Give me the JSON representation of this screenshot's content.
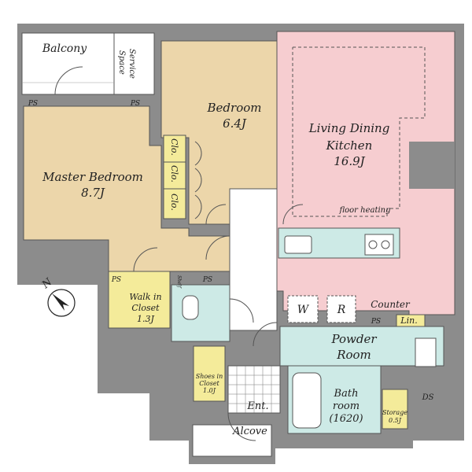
{
  "rooms": {
    "balcony": "Balcony",
    "service_space_1": "Service",
    "service_space_2": "Space",
    "bedroom": "Bedroom",
    "bedroom_size": "6.4J",
    "master_bedroom": "Master Bedroom",
    "master_bedroom_size": "8.7J",
    "ldk_1": "Living Dining",
    "ldk_2": "Kitchen",
    "ldk_size": "16.9J",
    "floor_heating": "floor heating",
    "walk_in_closet_1": "Walk in",
    "walk_in_closet_2": "Closet",
    "walk_in_closet_size": "1.3J",
    "powder_room_1": "Powder",
    "powder_room_2": "Room",
    "bathroom_1": "Bath",
    "bathroom_2": "room",
    "bathroom_size": "(1620)",
    "shoes_closet_1": "Shoes in",
    "shoes_closet_2": "Closet",
    "shoes_closet_size": "1.0J",
    "storage": "Storage",
    "storage_size": "0.5J",
    "entrance": "Ent.",
    "alcove": "Alcove",
    "counter": "Counter",
    "linen": "Lin.",
    "washer": "W",
    "refrigerator": "R",
    "ds": "DS",
    "ps_1": "PS",
    "ps_2": "PS",
    "ps_3": "PS",
    "ps_4": "PS",
    "ps_5": "PS",
    "closet_1": "Clo.",
    "closet_2": "Clo.",
    "closet_3": "Clo.",
    "shelf": "Shelf"
  },
  "compass": {
    "north": "N",
    "icon": "north-arrow-icon"
  },
  "colors": {
    "wall": "#8c8c8c",
    "bedroom_floor": "#ecd6aa",
    "ldk_floor": "#f6cdd0",
    "wet_area": "#cdeae6",
    "closet": "#f4eb9a",
    "balcony": "#ffffff"
  }
}
